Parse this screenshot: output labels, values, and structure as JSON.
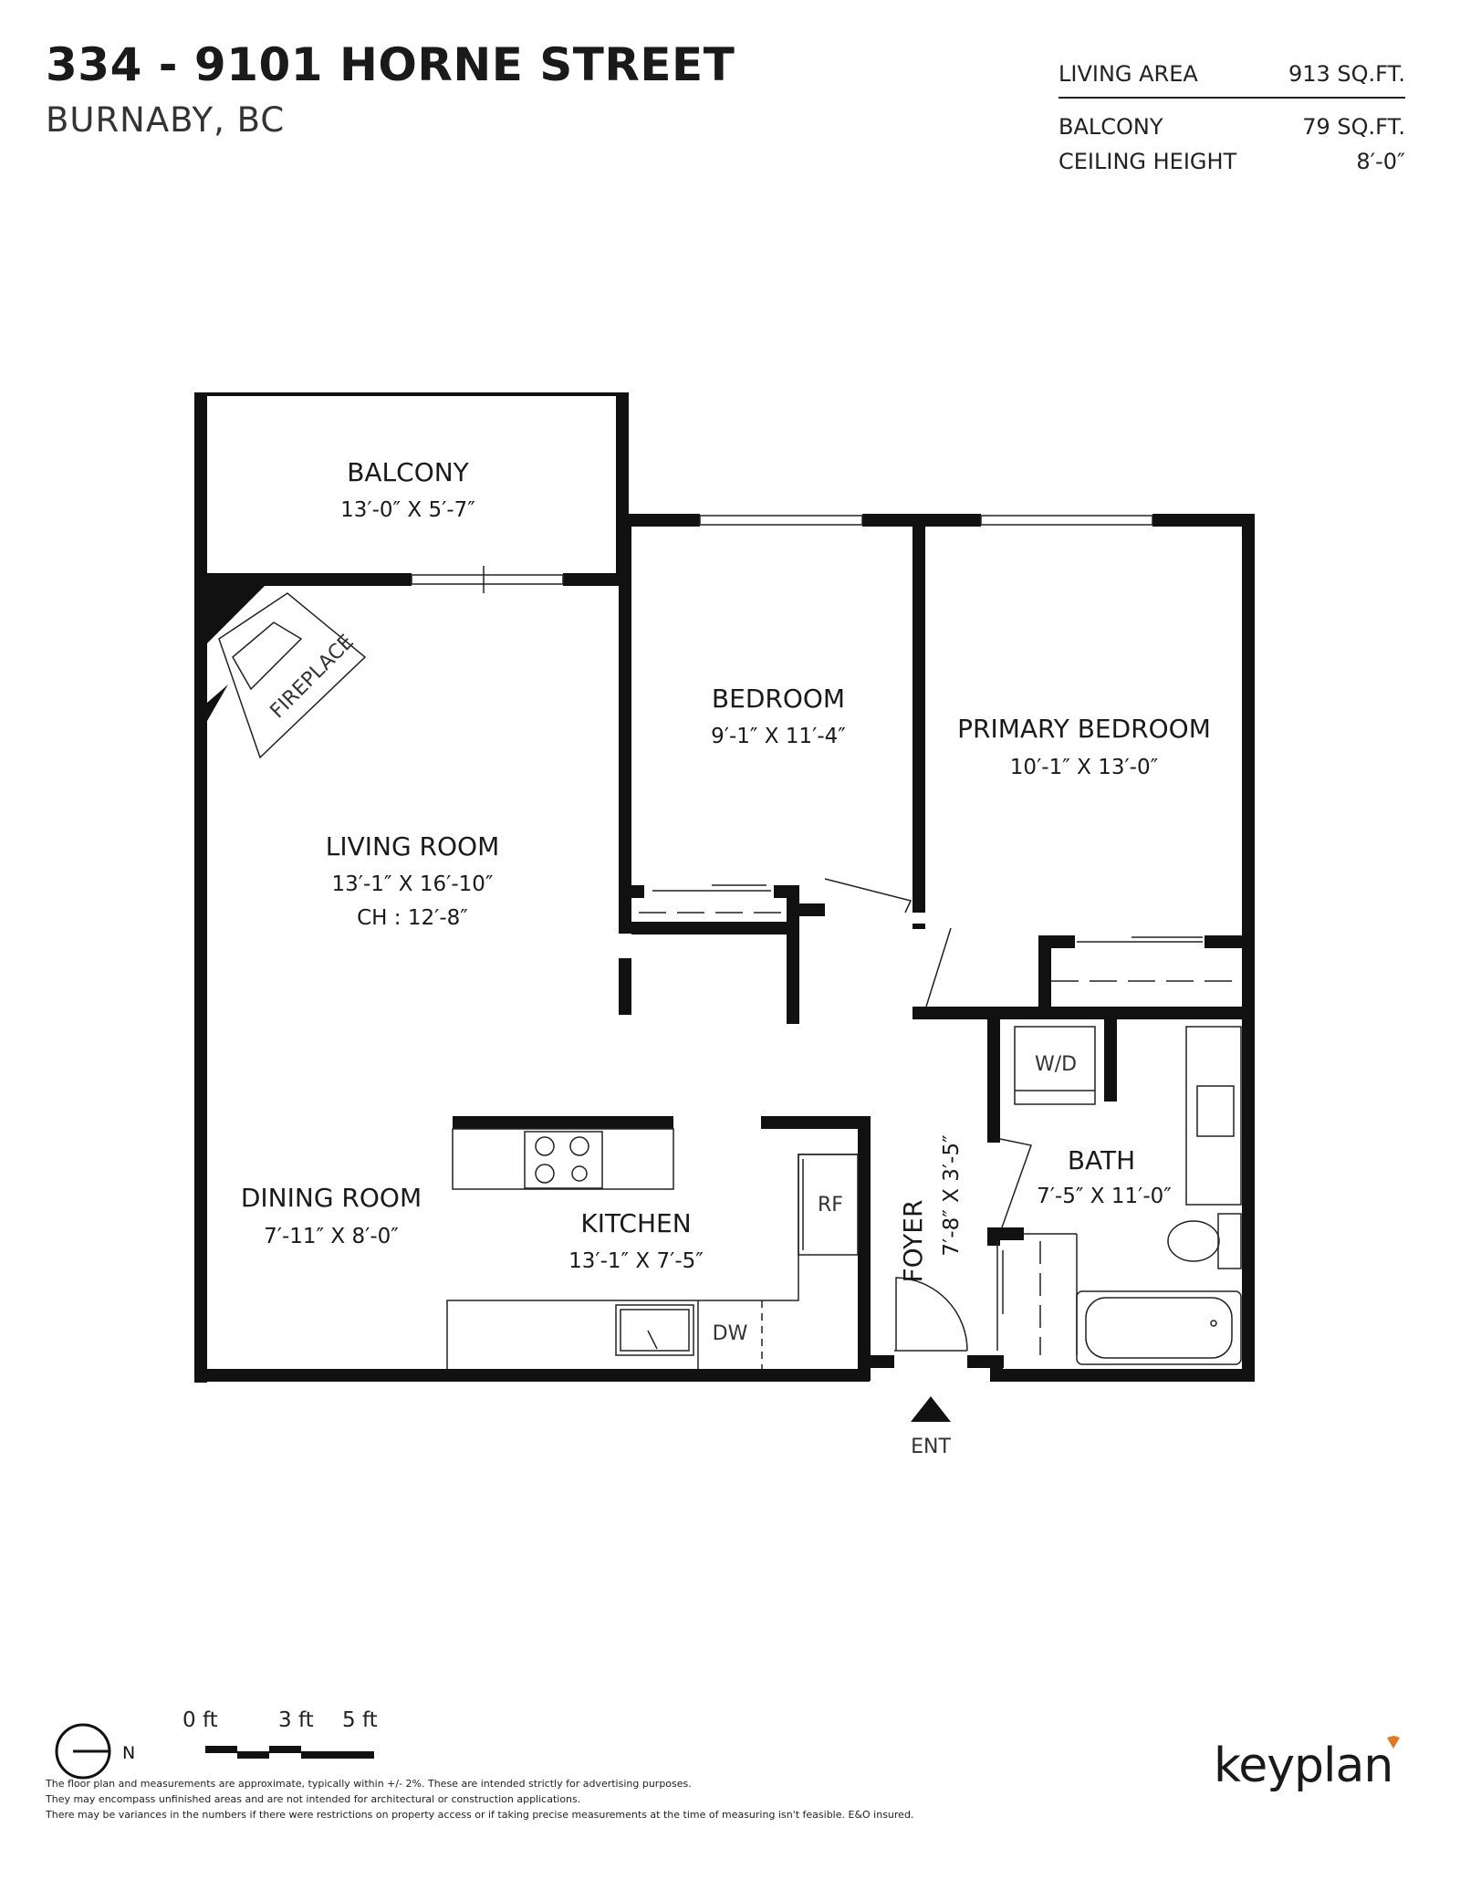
{
  "header": {
    "title": "334 - 9101 HORNE STREET",
    "subtitle": "BURNABY, BC"
  },
  "areas": [
    {
      "label": "LIVING AREA",
      "value": "913 SQ.FT."
    },
    {
      "label": "BALCONY",
      "value": "79 SQ.FT."
    },
    {
      "label": "CEILING HEIGHT",
      "value": "8′-0″"
    }
  ],
  "rooms": {
    "balcony": {
      "name": "BALCONY",
      "dims": "13′-0″  X  5′-7″"
    },
    "bedroom": {
      "name": "BEDROOM",
      "dims": "9′-1″  X  11′-4″"
    },
    "primary_bedroom": {
      "name": "PRIMARY BEDROOM",
      "dims": "10′-1″  X  13′-0″"
    },
    "living_room": {
      "name": "LIVING ROOM",
      "dims": "13′-1″  X  16′-10″",
      "extra": "CH : 12′-8″"
    },
    "dining_room": {
      "name": "DINING ROOM",
      "dims": "7′-11″  X  8′-0″"
    },
    "kitchen": {
      "name": "KITCHEN",
      "dims": "13′-1″  X  7′-5″"
    },
    "foyer": {
      "name": "FOYER",
      "dims": "7′-8″  X  3′-5″"
    },
    "bath": {
      "name": "BATH",
      "dims": "7′-5″ X 11′-0″"
    }
  },
  "fixtures": {
    "fireplace": "FIREPLACE",
    "washer_dryer": "W/D",
    "fridge": "RF",
    "dishwasher": "DW",
    "entrance": "ENT"
  },
  "compass": {
    "label": "N"
  },
  "scale": {
    "labels": [
      "0 ft",
      "3 ft",
      "5 ft"
    ]
  },
  "disclaimer": [
    "The floor plan and measurements are approximate, typically within +/- 2%. These are intended strictly for advertising purposes.",
    "They may encompass unfinished areas and are not intended for architectural or construction applications.",
    "There may be variances in the numbers if there were restrictions on property access or if taking precise measurements at the time of measuring isn't feasible. E&O insured."
  ],
  "brand": {
    "name": "keyplan",
    "accent": "#e8761e"
  }
}
